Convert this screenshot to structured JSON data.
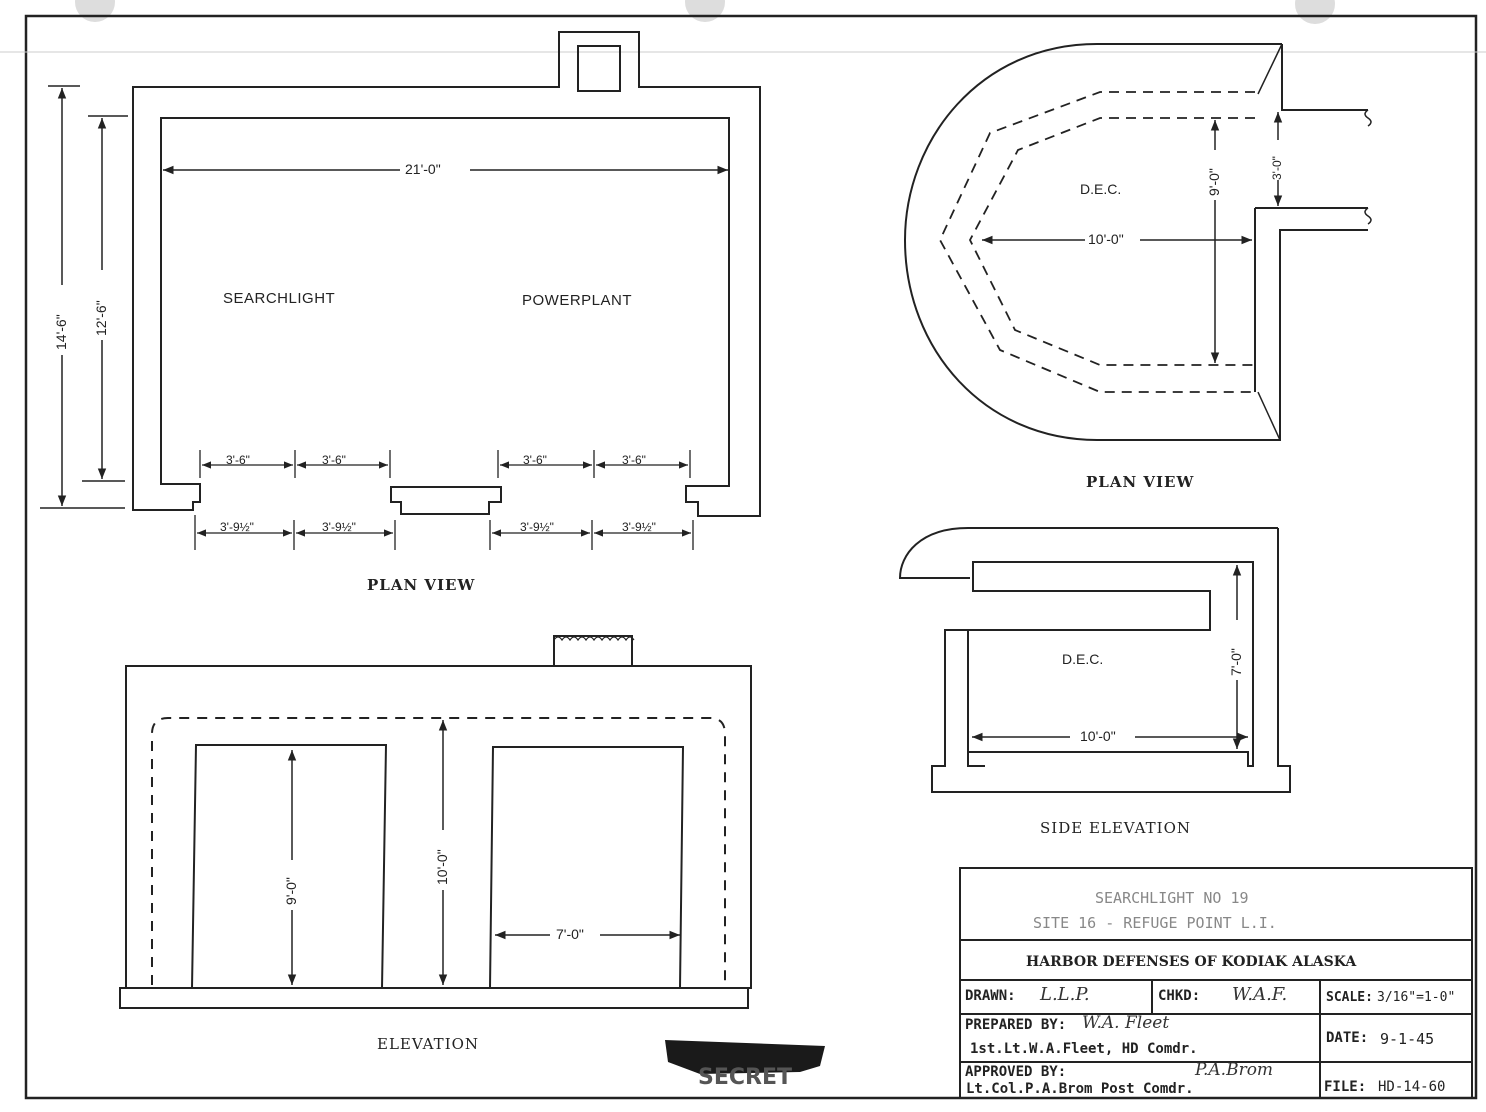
{
  "plan_left": {
    "title": "PLAN VIEW",
    "room_left": "SEARCHLIGHT",
    "room_right": "POWERPLANT",
    "dim_width": "21'-0\"",
    "dim_outer_height": "14'-6\"",
    "dim_inner_height": "12'-6\"",
    "door_dims": [
      "3'-6\"",
      "3'-6\"",
      "3'-6\"",
      "3'-6\""
    ],
    "opening_dims": [
      "3'-9½\"",
      "3'-9½\"",
      "3'-9½\"",
      "3'-9½\""
    ]
  },
  "elevation": {
    "title": "ELEVATION",
    "dim_door_height": "9'-0\"",
    "dim_total_height": "10'-0\"",
    "dim_door_width": "7'-0\""
  },
  "plan_right": {
    "title": "PLAN VIEW",
    "room": "D.E.C.",
    "dim_width": "10'-0\"",
    "dim_height": "9'-0\"",
    "dim_entry": "3'-0\""
  },
  "side_elevation": {
    "title": "SIDE ELEVATION",
    "room": "D.E.C.",
    "dim_width": "10'-0\"",
    "dim_height": "7'-0\""
  },
  "stamp": "SECRET",
  "title_block": {
    "line1": "SEARCHLIGHT NO 19",
    "line2": "SITE 16 - REFUGE POINT L.I.",
    "org": "HARBOR DEFENSES OF KODIAK ALASKA",
    "drawn_label": "DRAWN:",
    "drawn_value": "L.L.P.",
    "chkd_label": "CHKD:",
    "chkd_value": "W.A.F.",
    "scale_label": "SCALE:",
    "scale_value": "3/16\"=1-0\"",
    "prepared_label": "PREPARED BY:",
    "prepared_sig": "W.A. Fleet",
    "prepared_name": "1st.Lt.W.A.Fleet, HD Comdr.",
    "date_label": "DATE:",
    "date_value": "9-1-45",
    "approved_label": "APPROVED BY:",
    "approved_sig": "P.A.Brom",
    "approved_name": "Lt.Col.P.A.Brom Post Comdr.",
    "file_label": "FILE:",
    "file_value": "HD-14-60"
  }
}
